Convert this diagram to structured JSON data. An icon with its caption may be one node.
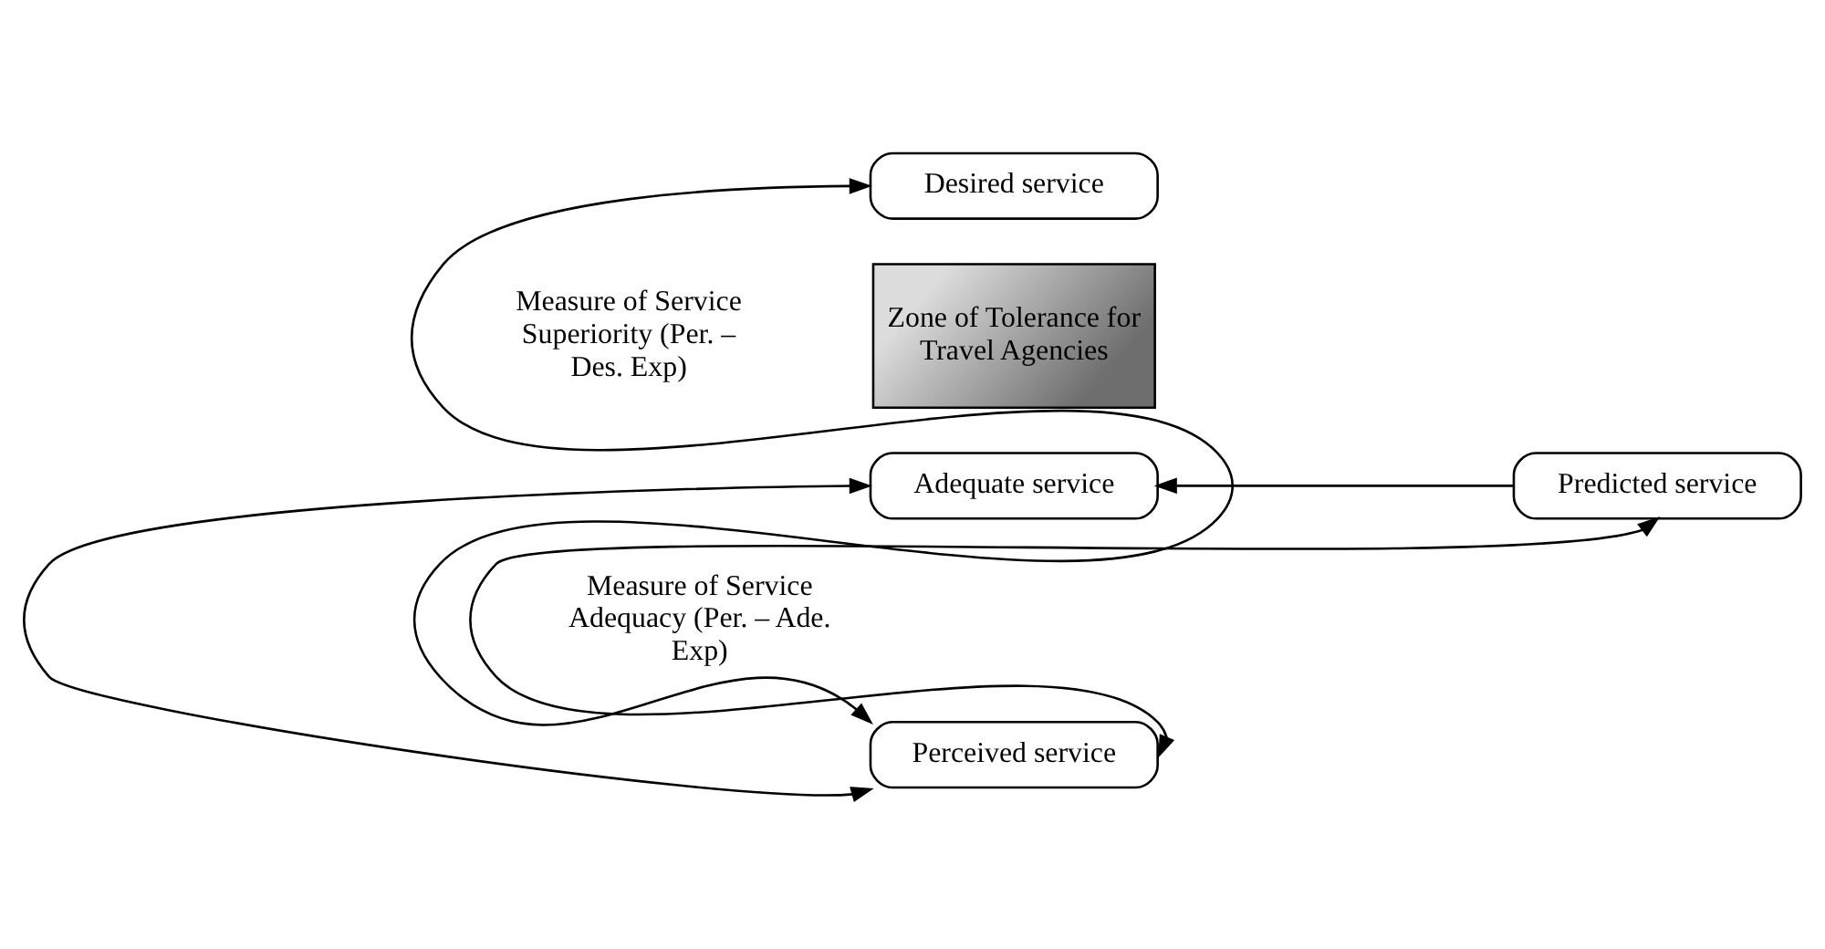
{
  "diagram": {
    "nodes": [
      {
        "text": [
          "Desired service"
        ]
      },
      {
        "text": [
          "Zone of Tolerance for Travel Agencies"
        ]
      },
      {
        "text": [
          "Adequate service"
        ]
      },
      {
        "text": [
          "Predicted service"
        ]
      },
      {
        "text": [
          "Perceived service"
        ]
      }
    ],
    "edges": [
      {
        "from": 4,
        "to": 0,
        "arrow": "both"
      },
      {
        "from": 4,
        "to": 2,
        "arrow": "both"
      },
      {
        "from": 3,
        "to": 2,
        "arrow": "to"
      },
      {
        "from": 3,
        "to": 4,
        "arrow": "both"
      }
    ],
    "labels": [
      "Measure of Service Superiority (Per. – Des. Exp)",
      "Measure of Service Adequacy (Per. – Ade. Exp)"
    ]
  }
}
